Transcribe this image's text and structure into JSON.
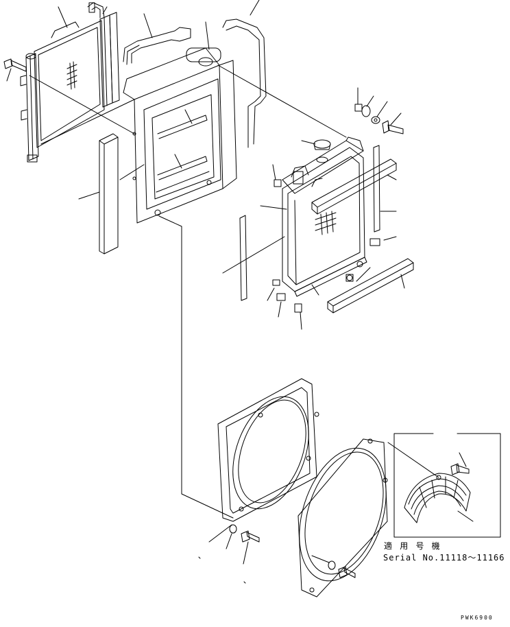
{
  "detail_box": {
    "applicable_label": "適 用 号 機",
    "serial_range": "Serial No.11118～11166"
  },
  "drawing_code": "PWK6900"
}
